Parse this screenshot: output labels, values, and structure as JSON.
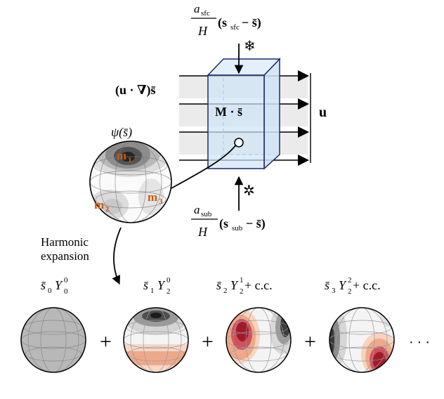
{
  "figure": {
    "surface_flux": {
      "coef": "a",
      "coef_sub": "sfc",
      "denom": "H",
      "term": "(s",
      "term_sub": "sfc",
      "term_end": " − s̄)"
    },
    "subsurface_flux": {
      "coef": "a",
      "coef_sub": "sub",
      "denom": "H",
      "term": "(s",
      "term_sub": "sub",
      "term_end": " − s̄)"
    },
    "advection_label": "(u · ∇)s̄",
    "box_label": "M · s̄",
    "velocity_label": "u",
    "odf_label": "ψ(s̄)",
    "eigen_labels": [
      "m",
      "m",
      "m"
    ],
    "eigen_subs": [
      "1",
      "2",
      "3"
    ],
    "snowflake_symbol": "❄",
    "sub_symbol": "✲",
    "expansion_label_line1": "Harmonic",
    "expansion_label_line2": "expansion",
    "terms": [
      {
        "coef": "s̄",
        "coef_sub": "0",
        "Y": "Y",
        "Y_sup": "0",
        "Y_sub": "0",
        "suffix": ""
      },
      {
        "coef": "s̄",
        "coef_sub": "1",
        "Y": "Y",
        "Y_sup": "0",
        "Y_sub": "2",
        "suffix": ""
      },
      {
        "coef": "s̄",
        "coef_sub": "2",
        "Y": "Y",
        "Y_sup": "1",
        "Y_sub": "2",
        "suffix": " + c.c."
      },
      {
        "coef": "s̄",
        "coef_sub": "3",
        "Y": "Y",
        "Y_sup": "2",
        "Y_sub": "2",
        "suffix": " + c.c."
      }
    ],
    "plus_sign": "+",
    "ellipsis": "· · ·"
  },
  "colors": {
    "box_face": "#cfe4f7",
    "box_stroke": "#1c2a66",
    "gray_sphere": "#b8b8b8",
    "dark_red": "#a01a2c",
    "salmon": "#eea98b",
    "orange_label": "#cc5a0e"
  }
}
